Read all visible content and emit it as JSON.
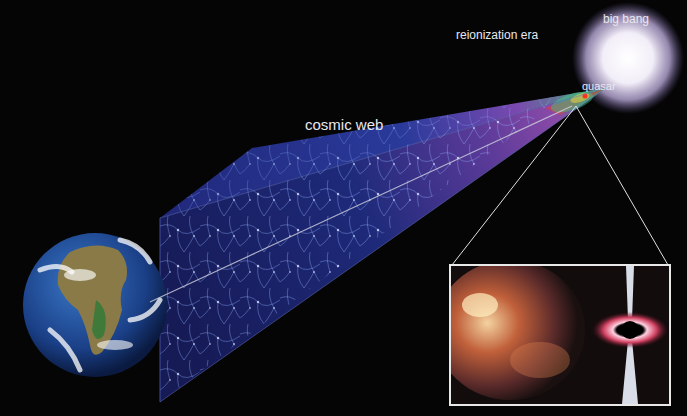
{
  "diagram": {
    "labels": [
      "big bang",
      "reionization era",
      "cosmic web",
      "quasar"
    ]
  }
}
